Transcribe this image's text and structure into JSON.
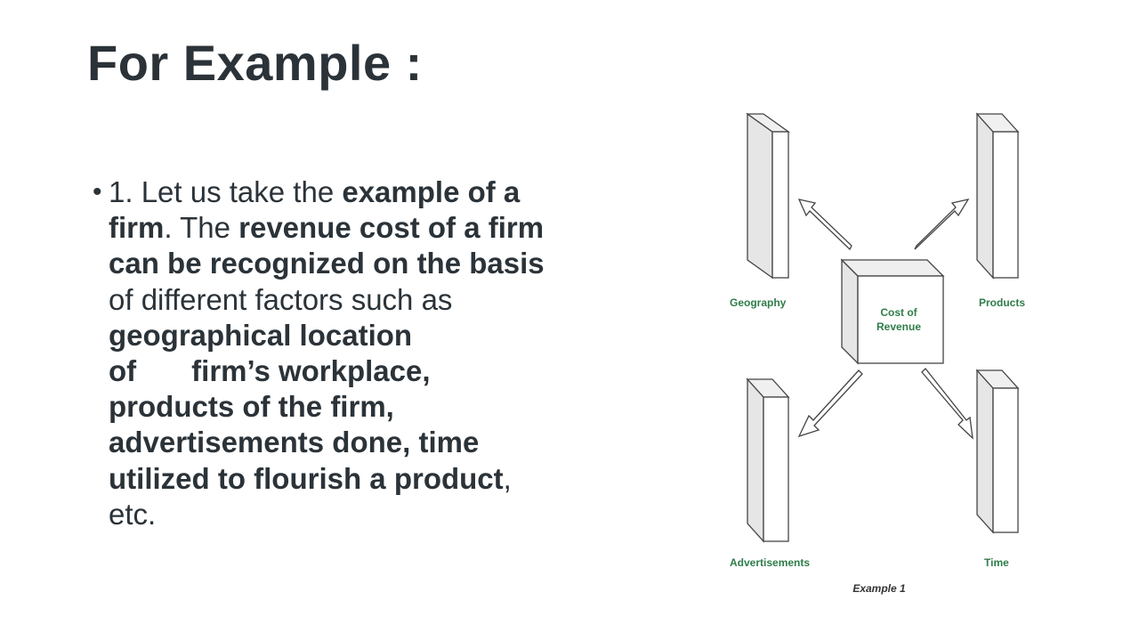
{
  "slide": {
    "title": "For Example :",
    "bullet_marker": "•",
    "bullet": {
      "l1_a": "1. Let us take the ",
      "l1_b": "example of a",
      "l2_a": "firm",
      "l2_b": ". The ",
      "l2_c": "revenue cost of a firm",
      "l3": "can be recognized on the basis",
      "l4": "of different factors such as",
      "l5": "geographical location",
      "l6_a": "of",
      "l6_b": "firm’s workplace,",
      "l7": "products of the firm,",
      "l8": "advertisements done, time",
      "l9_a": "utilized to flourish a product",
      "l9_b": ",",
      "l10": "etc."
    }
  },
  "diagram": {
    "center_label_line1": "Cost of",
    "center_label_line2": "Revenue",
    "labels": {
      "geography": "Geography",
      "products": "Products",
      "advertisements": "Advertisements",
      "time": "Time"
    },
    "caption": "Example 1",
    "label_color": "#2e7d4a"
  }
}
